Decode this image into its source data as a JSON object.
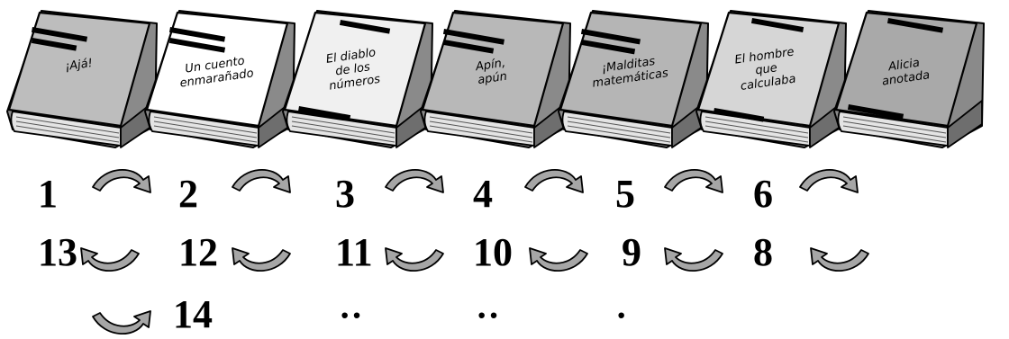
{
  "books": [
    {
      "title_lines": [
        "¡Ajá!"
      ],
      "cover_color": "#bdbdbd"
    },
    {
      "title_lines": [
        "Un cuento",
        "enmarañado"
      ],
      "cover_color": "#ffffff"
    },
    {
      "title_lines": [
        "El diablo",
        "de los",
        "números"
      ],
      "cover_color": "#f0f0f0"
    },
    {
      "title_lines": [
        "Apín,",
        "apún"
      ],
      "cover_color": "#b8b8b8"
    },
    {
      "title_lines": [
        "¡Malditas",
        "matemáticas"
      ],
      "cover_color": "#b5b5b5"
    },
    {
      "title_lines": [
        "El hombre",
        "que",
        "calculaba"
      ],
      "cover_color": "#d6d6d6"
    },
    {
      "title_lines": [
        "Alicia",
        "anotada"
      ],
      "cover_color": "#a9a9a9"
    }
  ],
  "rows": [
    {
      "labels": [
        "1",
        "2",
        "3",
        "4",
        "5",
        "6"
      ],
      "arrow_direction": "right",
      "arrow_shape": "arc-over"
    },
    {
      "labels": [
        "13",
        "12",
        "11",
        "10",
        "9",
        "8"
      ],
      "arrow_direction": "left",
      "arrow_shape": "arc-under"
    },
    {
      "labels": [
        "",
        "14",
        "··",
        "··",
        "·",
        ""
      ],
      "arrow_direction": "right",
      "arrow_shape": "arc-under"
    }
  ],
  "colors": {
    "arrow_fill": "#a6a6a6",
    "outline": "#000000",
    "pages": "#e4e4e4"
  }
}
